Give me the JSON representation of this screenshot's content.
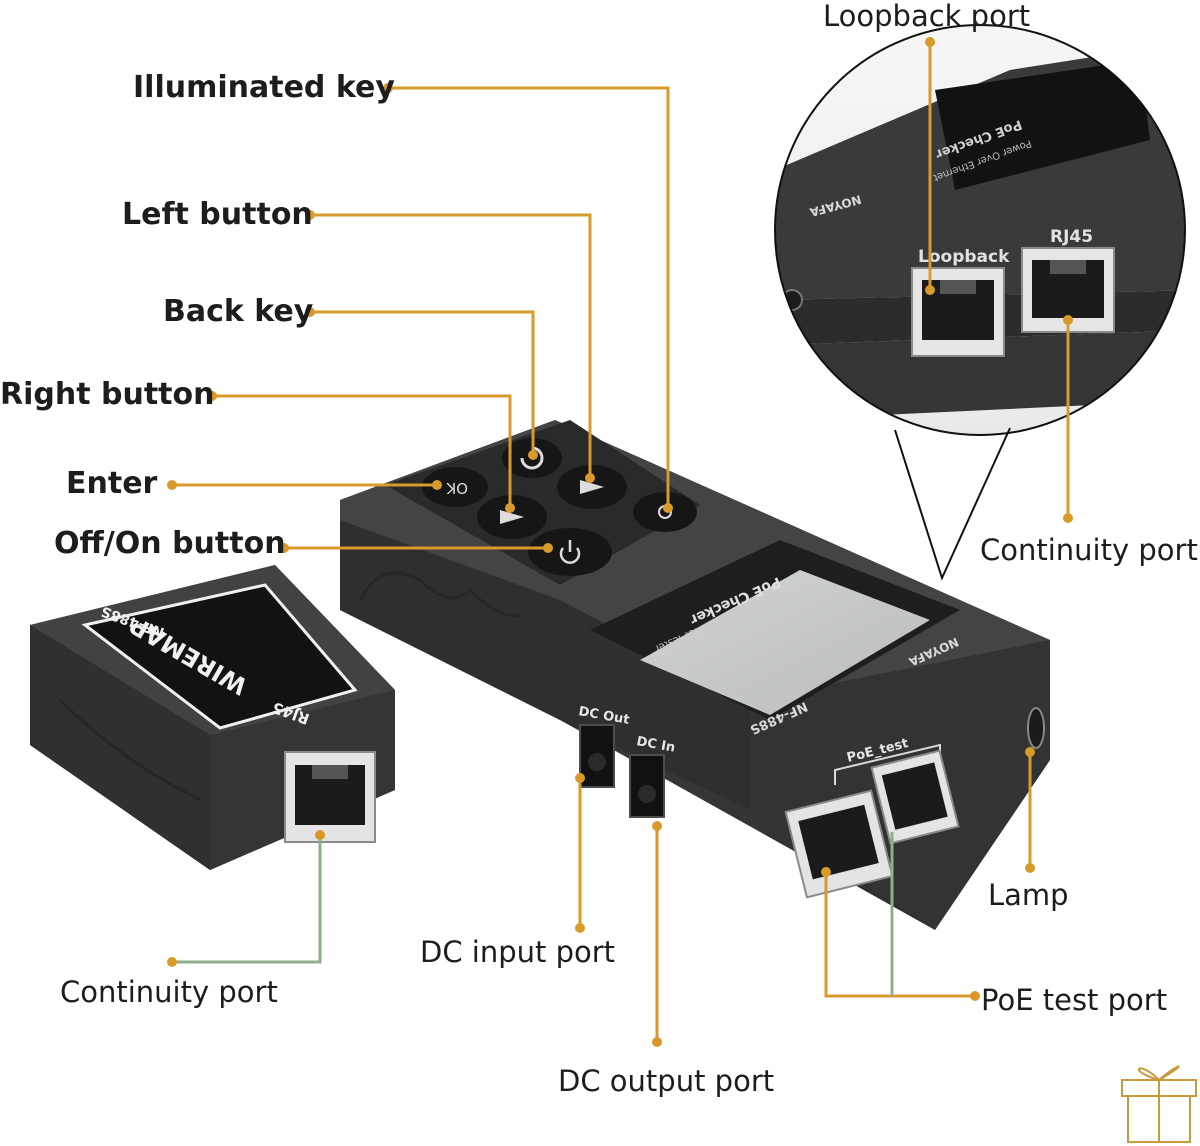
{
  "callouts": {
    "loopback_port": "Loopback port",
    "illuminated_key": "Illuminated key",
    "left_button": "Left button",
    "back_key": "Back key",
    "right_button": "Right button",
    "enter": "Enter",
    "off_on_button": "Off/On button",
    "continuity_port_main": "Continuity port",
    "continuity_port_remote": "Continuity port",
    "dc_input_port": "DC input port",
    "dc_output_port": "DC output port",
    "lamp": "Lamp",
    "poe_test_port": "PoE test port"
  },
  "device": {
    "zoom_loopback_label": "Loopback",
    "zoom_rj45_label": "RJ45",
    "zoom_brand": "NOYAFA",
    "zoom_screen_title": "PoE Checker",
    "zoom_screen_subtitle": "Power Over Ethernet",
    "ok_key": "OK",
    "screen_title": "PoE Checker",
    "screen_subtitle": "Power Over Ethernet Tester",
    "brand": "NOYAFA",
    "model": "NF-488S",
    "dc_out_label": "DC Out",
    "dc_in_label": "DC In",
    "poe_test_label": "PoE_test"
  },
  "remote": {
    "model": "NF-488S",
    "wiremap": "WIREMAP",
    "rj45": "RJ45"
  },
  "colors": {
    "leader_orange": "#d89a2a",
    "leader_green": "#8fae8c",
    "device_body": "#3b3b3b",
    "screen": "#c9ccca"
  },
  "icons": [
    "gift-icon"
  ]
}
